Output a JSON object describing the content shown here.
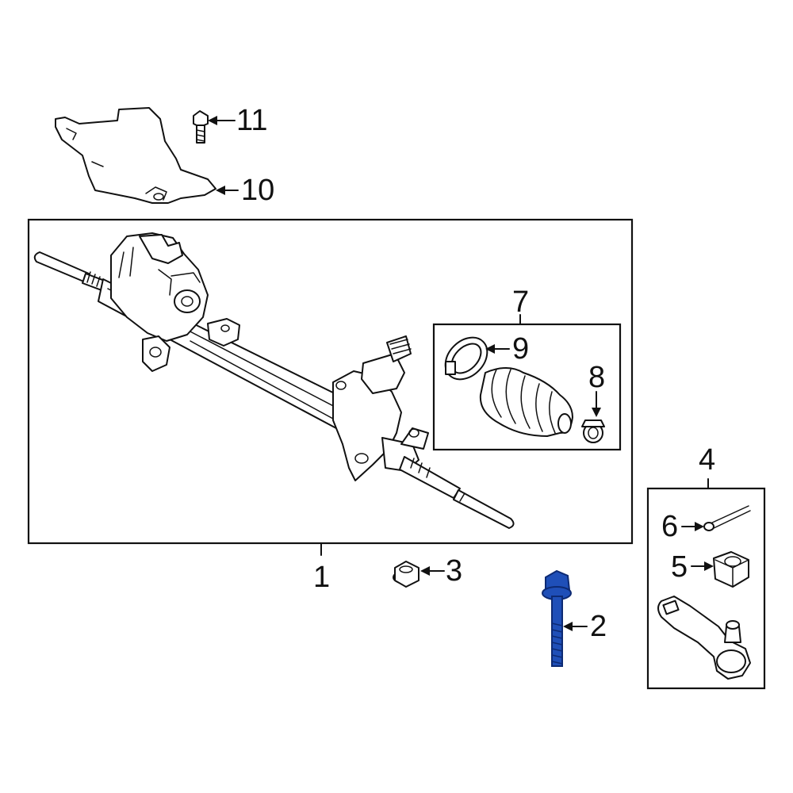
{
  "callouts": {
    "c1": "1",
    "c2": "2",
    "c3": "3",
    "c4": "4",
    "c5": "5",
    "c6": "6",
    "c7": "7",
    "c8": "8",
    "c9": "9",
    "c10": "10",
    "c11": "11"
  },
  "colors": {
    "line": "#111111",
    "highlight": "#1f4fb8",
    "highlight_dark": "#0d2a73",
    "background": "#ffffff"
  },
  "highlighted_part": "2"
}
